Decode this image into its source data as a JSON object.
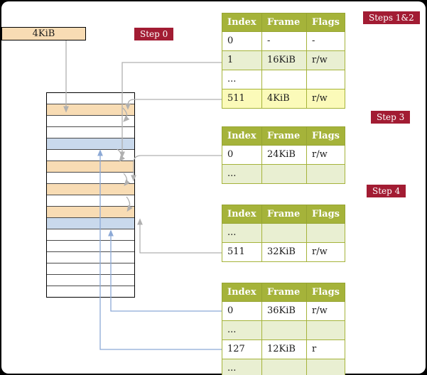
{
  "colors": {
    "badge_bg": "#a21c33",
    "table_header_bg": "#a5b33a",
    "table_border": "#a5b33a",
    "row_green": "#e9efd2",
    "row_yellow_highlight": "#fbfab9",
    "memory_cell_peach": "#f8dcb4",
    "memory_cell_blue": "#c9d9ec",
    "arrow_gray": "#b0b0b0",
    "arrow_blue": "#8ca9d6"
  },
  "frame_box": {
    "label": "4KiB"
  },
  "badges": {
    "step0": "Step 0",
    "steps12": "Steps 1&2",
    "step3": "Step 3",
    "step4": "Step 4"
  },
  "tables": [
    {
      "name": "table-steps-1-2",
      "headers": [
        "Index",
        "Frame",
        "Flags"
      ],
      "rows": [
        {
          "cells": [
            "0",
            "-",
            "-"
          ],
          "style": "white"
        },
        {
          "cells": [
            "1",
            "16KiB",
            "r/w"
          ],
          "style": "green"
        },
        {
          "cells": [
            "...",
            "",
            ""
          ],
          "style": "white"
        },
        {
          "cells": [
            "511",
            "4KiB",
            "r/w"
          ],
          "style": "yellow"
        }
      ]
    },
    {
      "name": "table-step-3",
      "headers": [
        "Index",
        "Frame",
        "Flags"
      ],
      "rows": [
        {
          "cells": [
            "0",
            "24KiB",
            "r/w"
          ],
          "style": "white"
        },
        {
          "cells": [
            "...",
            "",
            ""
          ],
          "style": "green"
        }
      ]
    },
    {
      "name": "table-step-4",
      "headers": [
        "Index",
        "Frame",
        "Flags"
      ],
      "rows": [
        {
          "cells": [
            "...",
            "",
            ""
          ],
          "style": "green"
        },
        {
          "cells": [
            "511",
            "32KiB",
            "r/w"
          ],
          "style": "white"
        }
      ]
    },
    {
      "name": "table-final",
      "headers": [
        "Index",
        "Frame",
        "Flags"
      ],
      "rows": [
        {
          "cells": [
            "0",
            "36KiB",
            "r/w"
          ],
          "style": "white"
        },
        {
          "cells": [
            "...",
            "",
            ""
          ],
          "style": "green"
        },
        {
          "cells": [
            "127",
            "12KiB",
            "r"
          ],
          "style": "white"
        },
        {
          "cells": [
            "...",
            "",
            ""
          ],
          "style": "green"
        }
      ]
    }
  ],
  "memory_cells": [
    "white",
    "peach",
    "white",
    "white",
    "blue",
    "white",
    "peach",
    "white",
    "peach",
    "white",
    "peach",
    "blue",
    "white",
    "white",
    "white",
    "white",
    "white",
    "white"
  ]
}
